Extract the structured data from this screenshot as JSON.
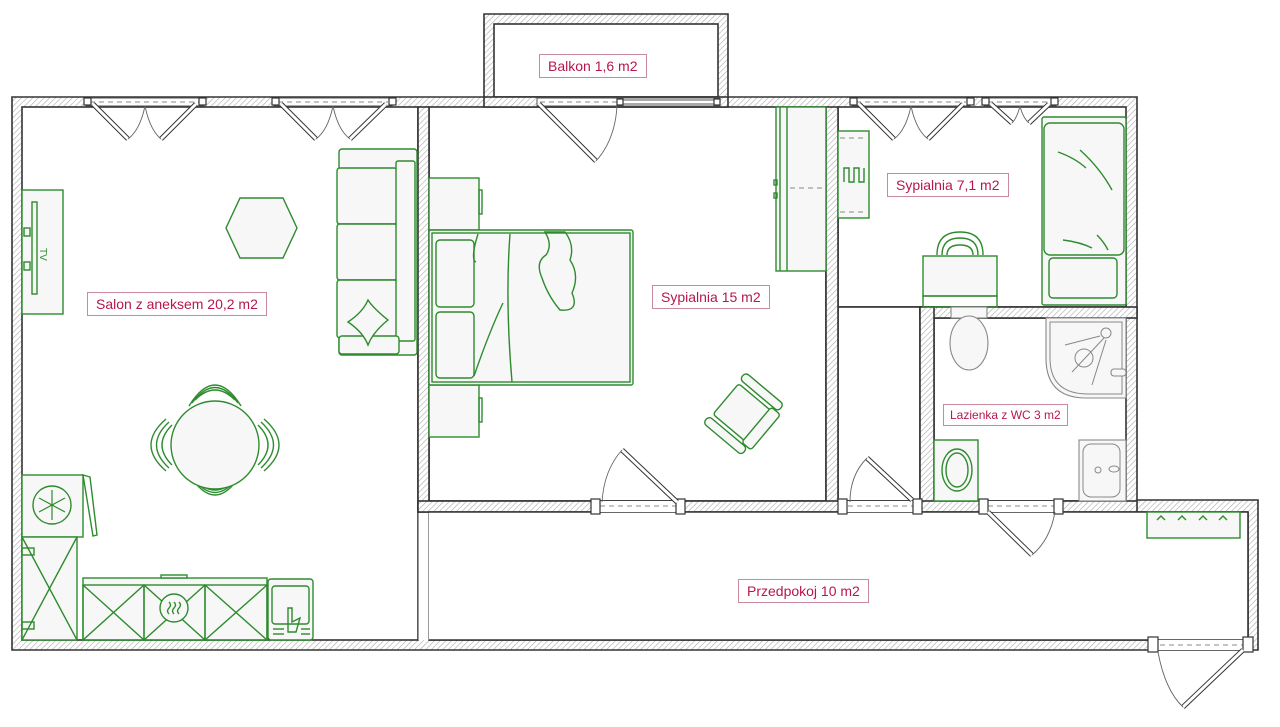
{
  "floor_plan": {
    "rooms": [
      {
        "id": "living",
        "label": "Salon z aneksem 20,2 m2",
        "name": "Salon z aneksem",
        "area_m2": 20.2
      },
      {
        "id": "bedroom-main",
        "label": "Sypialnia 15 m2",
        "name": "Sypialnia",
        "area_m2": 15
      },
      {
        "id": "bedroom-small",
        "label": "Sypialnia 7,1 m2",
        "name": "Sypialnia",
        "area_m2": 7.1
      },
      {
        "id": "bathroom",
        "label": "Lazienka z WC 3 m2",
        "name": "Lazienka z WC",
        "area_m2": 3
      },
      {
        "id": "hallway",
        "label": "Przedpokoj 10 m2",
        "name": "Przedpokoj",
        "area_m2": 10
      },
      {
        "id": "balcony",
        "label": "Balkon 1,6 m2",
        "name": "Balkon",
        "area_m2": 1.6
      }
    ],
    "fixtures": {
      "tv_label": "TV"
    },
    "colors": {
      "walls": "#333333",
      "furniture": "#2e8b2e",
      "label_text": "#b8174a",
      "label_border": "#c98a9c",
      "sanitary": "#888888"
    }
  }
}
